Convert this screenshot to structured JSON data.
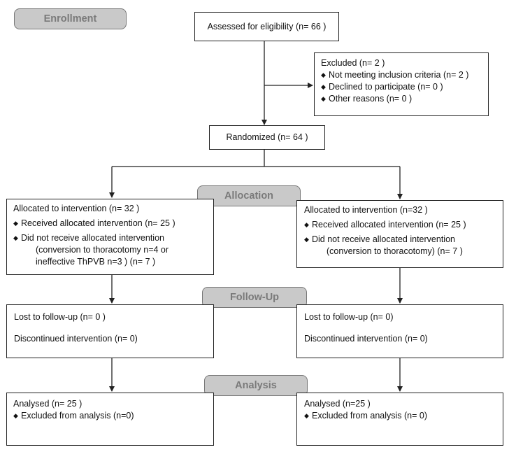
{
  "stages": {
    "enrollment": "Enrollment",
    "allocation": "Allocation",
    "follow_up": "Follow-Up",
    "analysis": "Analysis"
  },
  "assessed": "Assessed for eligibility (n= 66 )",
  "excluded": {
    "title": "Excluded  (n= 2 )",
    "items": [
      "Not meeting inclusion criteria (n= 2 )",
      "Declined to participate (n= 0 )",
      "Other reasons (n= 0 )"
    ]
  },
  "randomized": "Randomized (n= 64 )",
  "bullet_symbol": "◆",
  "left": {
    "allocation": {
      "title": "Allocated to intervention (n= 32 )",
      "received": "Received allocated intervention (n= 25 )",
      "not_received": "Did not receive allocated intervention",
      "not_received_detail": [
        "(conversion to thoracotomy n=4 or",
        "ineffective ThPVB n=3 ) (n= 7 )"
      ]
    },
    "follow_up": {
      "lost": "Lost to follow-up (n= 0 )",
      "discontinued": "Discontinued intervention (n= 0)"
    },
    "analysis": {
      "analysed": "Analysed  (n= 25 )",
      "excluded": "Excluded from analysis (n=0)"
    }
  },
  "right": {
    "allocation": {
      "title": "Allocated to intervention (n=32  )",
      "received": "Received allocated intervention (n= 25 )",
      "not_received": "Did not receive allocated intervention",
      "not_received_detail": [
        "(conversion to thoracotomy) (n= 7 )"
      ]
    },
    "follow_up": {
      "lost": "Lost to follow-up (n= 0)",
      "discontinued": "Discontinued intervention (n= 0)"
    },
    "analysis": {
      "analysed": "Analysed  (n=25  )",
      "excluded": "Excluded from analysis (n= 0)"
    }
  }
}
